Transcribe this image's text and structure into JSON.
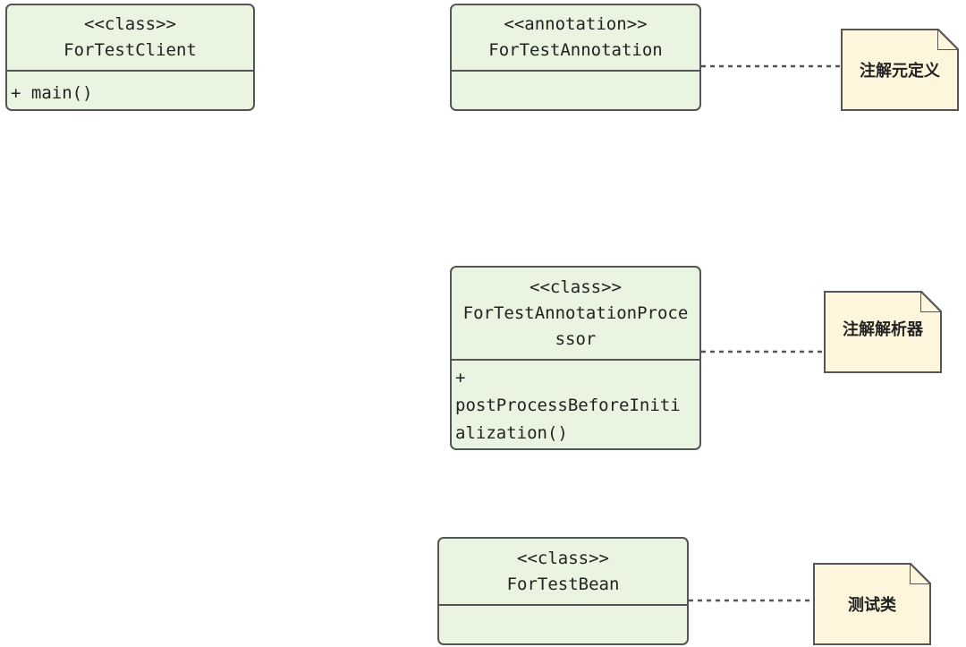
{
  "classes": [
    {
      "stereotype": "<<class>>",
      "name": "ForTestClient",
      "members": [
        "+ main()"
      ]
    },
    {
      "stereotype": "<<annotation>>",
      "name": "ForTestAnnotation",
      "members": []
    },
    {
      "stereotype": "<<class>>",
      "name_line1": "ForTestAnnotationProce",
      "name_line2": "ssor",
      "members": [
        "+",
        "postProcessBeforeIniti",
        "alization()"
      ]
    },
    {
      "stereotype": "<<class>>",
      "name": "ForTestBean",
      "members": []
    }
  ],
  "notes": [
    {
      "text": "注解元定义"
    },
    {
      "text": "注解解析器"
    },
    {
      "text": "测试类"
    }
  ],
  "colors": {
    "class_fill": "#e9f5e1",
    "note_fill": "#fdf6dc",
    "stroke": "#555555"
  }
}
